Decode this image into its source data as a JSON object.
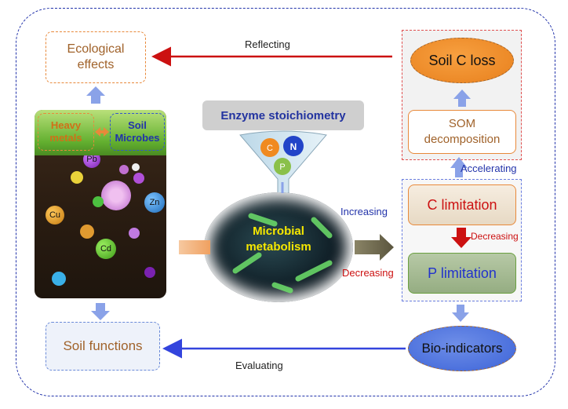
{
  "outer_frame": {},
  "boxes": {
    "ecological_effects": [
      "Ecological",
      "effects"
    ],
    "soil_functions": "Soil functions",
    "soil_c_loss": "Soil C loss",
    "som_decomposition": [
      "SOM",
      "decomposition"
    ],
    "c_limitation": "C limitation",
    "p_limitation": "P limitation",
    "bio_indicators": "Bio-indicators",
    "heavy_metals": [
      "Heavy",
      "metals"
    ],
    "soil_microbes": [
      "Soil",
      "Microbes"
    ],
    "enzyme_stoichiometry": "Enzyme stoichiometry",
    "microbial_metabolism": [
      "Microbial",
      "metabolism"
    ]
  },
  "arrow_labels": {
    "reflecting": "Reflecting",
    "evaluating": "Evaluating",
    "accelerating": "Accelerating",
    "increasing": "Increasing",
    "decreasing_left": "Decreasing",
    "decreasing_right": "Decreasing"
  },
  "funnel_elements": [
    "C",
    "N",
    "P"
  ],
  "metals": [
    "Pb",
    "Cu",
    "Zn",
    "Cd"
  ],
  "colors": {
    "frame_blue": "#2233aa",
    "red_arrow": "#cc1111",
    "blue_arrow": "#3344dd",
    "orange": "#e8893a"
  }
}
